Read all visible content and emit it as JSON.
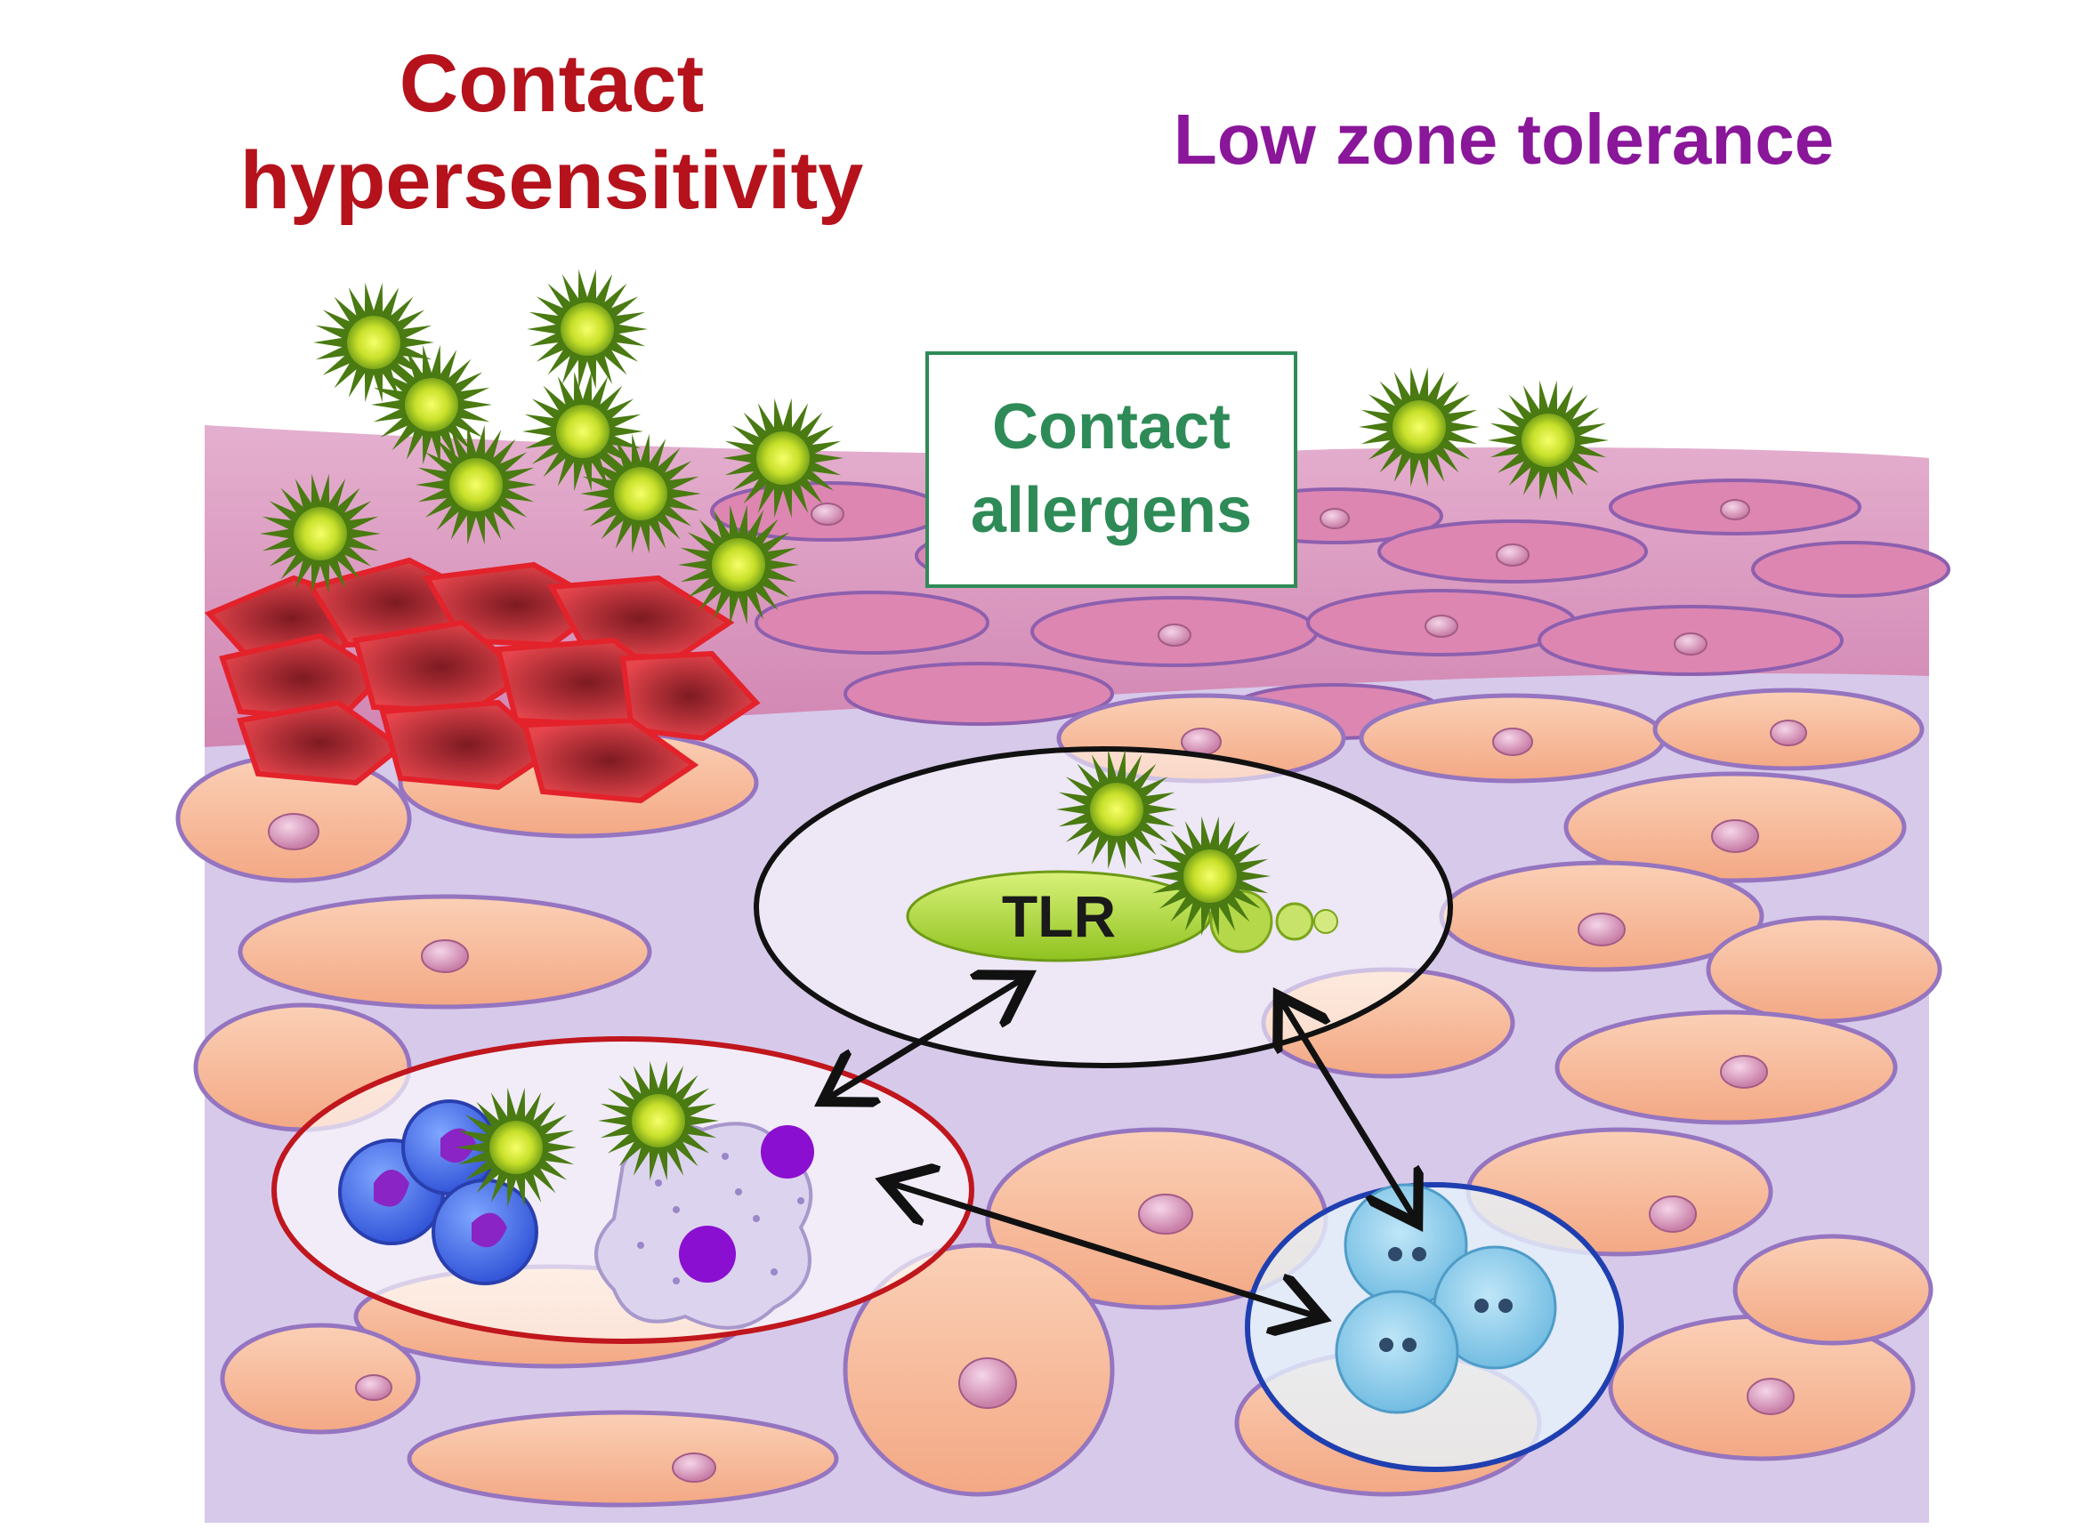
{
  "title_chs": "Contact hypersensitivity",
  "title_chs_line1": "Contact",
  "title_chs_line2": "hypersensitivity",
  "title_lzt": "Low zone tolerance",
  "allergen_box": {
    "line1": "Contact",
    "line2": "allergens"
  },
  "tlr_label": "TLR",
  "colors": {
    "chs_title": "#b5121b",
    "lzt_title": "#8a169a",
    "allergen_box": "#2e8b57",
    "chs_ellipse": "#c0161d",
    "lc_ellipse": "#1f3fb0",
    "tlr_ellipse": "#111111",
    "allergen_star_outer": "#4a7a12",
    "allergen_star_inner": "#d7ee2a"
  },
  "icons": [
    "allergen-star-icon",
    "tlr-receptor-icon",
    "neutrophil-icon",
    "mast-cell-icon",
    "langerhans-cell-icon",
    "inflamed-cells-icon"
  ]
}
